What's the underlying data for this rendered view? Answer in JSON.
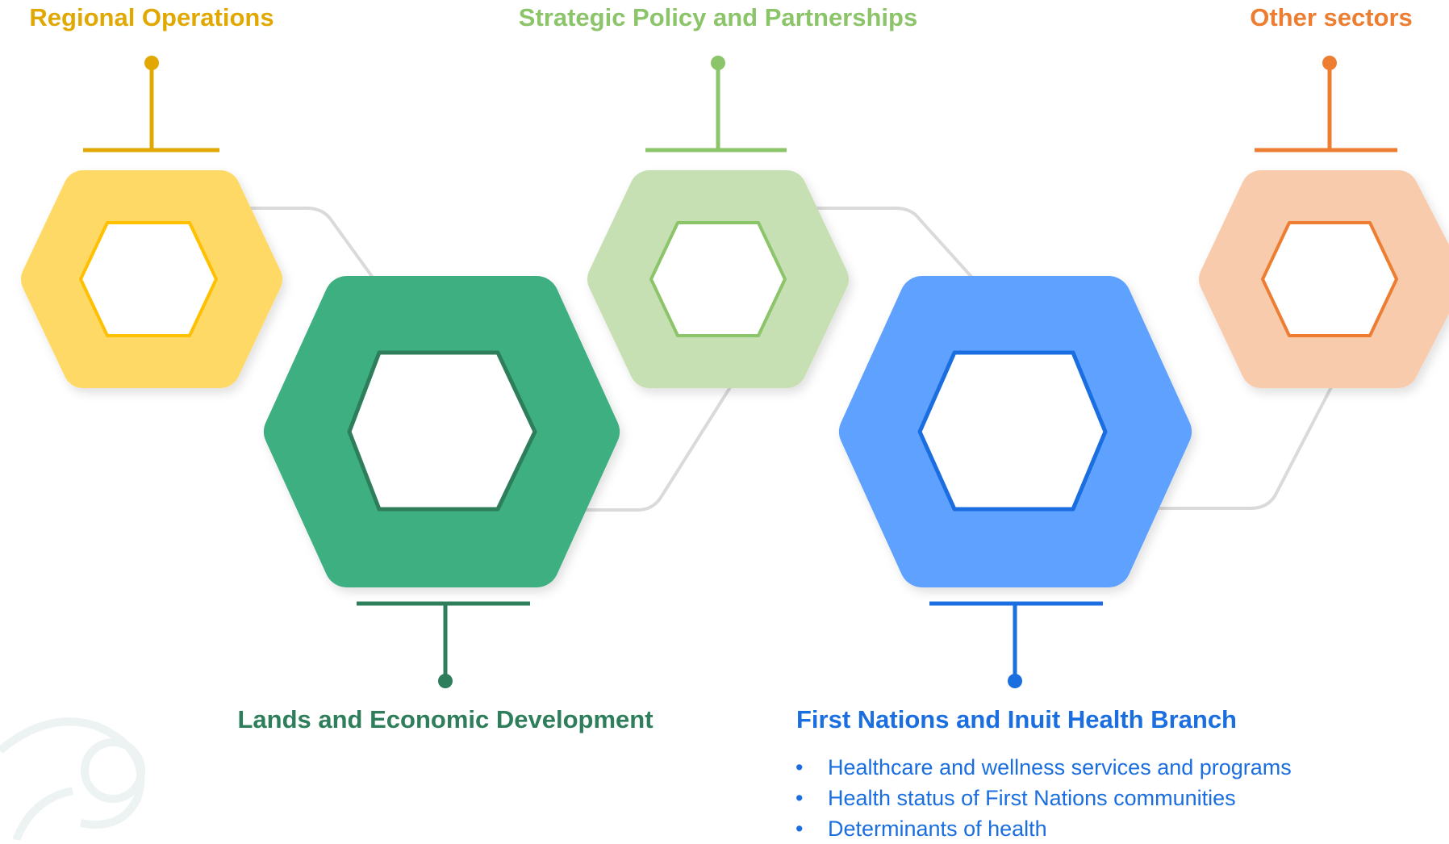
{
  "colors": {
    "regional": "#E0A800",
    "regional_fill": "#FFD966",
    "regional_inner": "#FFC000",
    "strategic": "#8CC46A",
    "strategic_fill": "#C6E0B4",
    "other": "#ED7D31",
    "other_fill": "#F8CBAD",
    "lands": "#2E7D5B",
    "lands_fill": "#3DAF80",
    "health": "#1A6EE0",
    "health_fill": "#5EA1FF",
    "health_inner": "#1A6EE0",
    "connector": "#DADADA"
  },
  "nodes": {
    "regional": {
      "label": "Regional Operations"
    },
    "strategic": {
      "label": "Strategic Policy and Partnerships"
    },
    "other": {
      "label": "Other sectors"
    },
    "lands": {
      "label": "Lands and Economic Development"
    },
    "health": {
      "label": "First Nations and Inuit Health Branch",
      "bullets": [
        "Healthcare and wellness services and programs",
        "Health status of First Nations communities",
        "Determinants of health"
      ]
    }
  }
}
